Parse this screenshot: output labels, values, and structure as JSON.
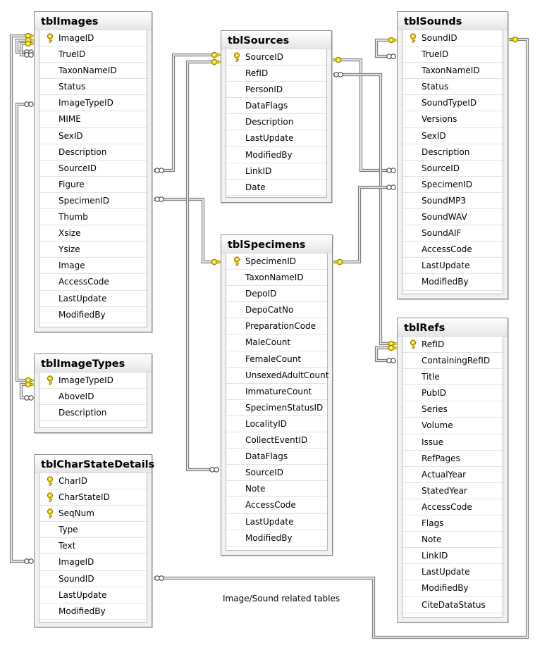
{
  "caption": "Image/Sound related tables",
  "colors": {
    "key": "#f0d800",
    "key_outline": "#8a7400",
    "line": "#7f7f7f"
  },
  "tables": {
    "tblImages": {
      "name": "tblImages",
      "columns": [
        {
          "name": "ImageID",
          "pk": true
        },
        {
          "name": "TrueID"
        },
        {
          "name": "TaxonNameID"
        },
        {
          "name": "Status"
        },
        {
          "name": "ImageTypeID"
        },
        {
          "name": "MIME"
        },
        {
          "name": "SexID"
        },
        {
          "name": "Description"
        },
        {
          "name": "SourceID"
        },
        {
          "name": "Figure"
        },
        {
          "name": "SpecimenID"
        },
        {
          "name": "Thumb"
        },
        {
          "name": "Xsize"
        },
        {
          "name": "Ysize"
        },
        {
          "name": "Image"
        },
        {
          "name": "AccessCode"
        },
        {
          "name": "LastUpdate"
        },
        {
          "name": "ModifiedBy"
        }
      ]
    },
    "tblSources": {
      "name": "tblSources",
      "columns": [
        {
          "name": "SourceID",
          "pk": true
        },
        {
          "name": "RefID"
        },
        {
          "name": "PersonID"
        },
        {
          "name": "DataFlags"
        },
        {
          "name": "Description"
        },
        {
          "name": "LastUpdate"
        },
        {
          "name": "ModifiedBy"
        },
        {
          "name": "LinkID"
        },
        {
          "name": "Date"
        }
      ]
    },
    "tblSounds": {
      "name": "tblSounds",
      "columns": [
        {
          "name": "SoundID",
          "pk": true
        },
        {
          "name": "TrueID"
        },
        {
          "name": "TaxonNameID"
        },
        {
          "name": "Status"
        },
        {
          "name": "SoundTypeID"
        },
        {
          "name": "Versions"
        },
        {
          "name": "SexID"
        },
        {
          "name": "Description"
        },
        {
          "name": "SourceID"
        },
        {
          "name": "SpecimenID"
        },
        {
          "name": "SoundMP3"
        },
        {
          "name": "SoundWAV"
        },
        {
          "name": "SoundAIF"
        },
        {
          "name": "AccessCode"
        },
        {
          "name": "LastUpdate"
        },
        {
          "name": "ModifiedBy"
        }
      ]
    },
    "tblSpecimens": {
      "name": "tblSpecimens",
      "columns": [
        {
          "name": "SpecimenID",
          "pk": true
        },
        {
          "name": "TaxonNameID"
        },
        {
          "name": "DepoID"
        },
        {
          "name": "DepoCatNo"
        },
        {
          "name": "PreparationCode"
        },
        {
          "name": "MaleCount"
        },
        {
          "name": "FemaleCount"
        },
        {
          "name": "UnsexedAdultCount"
        },
        {
          "name": "ImmatureCount"
        },
        {
          "name": "SpecimenStatusID"
        },
        {
          "name": "LocalityID"
        },
        {
          "name": "CollectEventID"
        },
        {
          "name": "DataFlags"
        },
        {
          "name": "SourceID"
        },
        {
          "name": "Note"
        },
        {
          "name": "AccessCode"
        },
        {
          "name": "LastUpdate"
        },
        {
          "name": "ModifiedBy"
        }
      ]
    },
    "tblRefs": {
      "name": "tblRefs",
      "columns": [
        {
          "name": "RefID",
          "pk": true
        },
        {
          "name": "ContainingRefID"
        },
        {
          "name": "Title"
        },
        {
          "name": "PubID"
        },
        {
          "name": "Series"
        },
        {
          "name": "Volume"
        },
        {
          "name": "Issue"
        },
        {
          "name": "RefPages"
        },
        {
          "name": "ActualYear"
        },
        {
          "name": "StatedYear"
        },
        {
          "name": "AccessCode"
        },
        {
          "name": "Flags"
        },
        {
          "name": "Note"
        },
        {
          "name": "LinkID"
        },
        {
          "name": "LastUpdate"
        },
        {
          "name": "ModifiedBy"
        },
        {
          "name": "CiteDataStatus"
        }
      ]
    },
    "tblImageTypes": {
      "name": "tblImageTypes",
      "columns": [
        {
          "name": "ImageTypeID",
          "pk": true
        },
        {
          "name": "AboveID"
        },
        {
          "name": "Description"
        }
      ]
    },
    "tblCharStateDetails": {
      "name": "tblCharStateDetails",
      "columns": [
        {
          "name": "CharID",
          "pk": true
        },
        {
          "name": "CharStateID",
          "pk": true
        },
        {
          "name": "SeqNum",
          "pk": true
        },
        {
          "name": "Type"
        },
        {
          "name": "Text"
        },
        {
          "name": "ImageID"
        },
        {
          "name": "SoundID"
        },
        {
          "name": "LastUpdate"
        },
        {
          "name": "ModifiedBy"
        }
      ]
    }
  }
}
